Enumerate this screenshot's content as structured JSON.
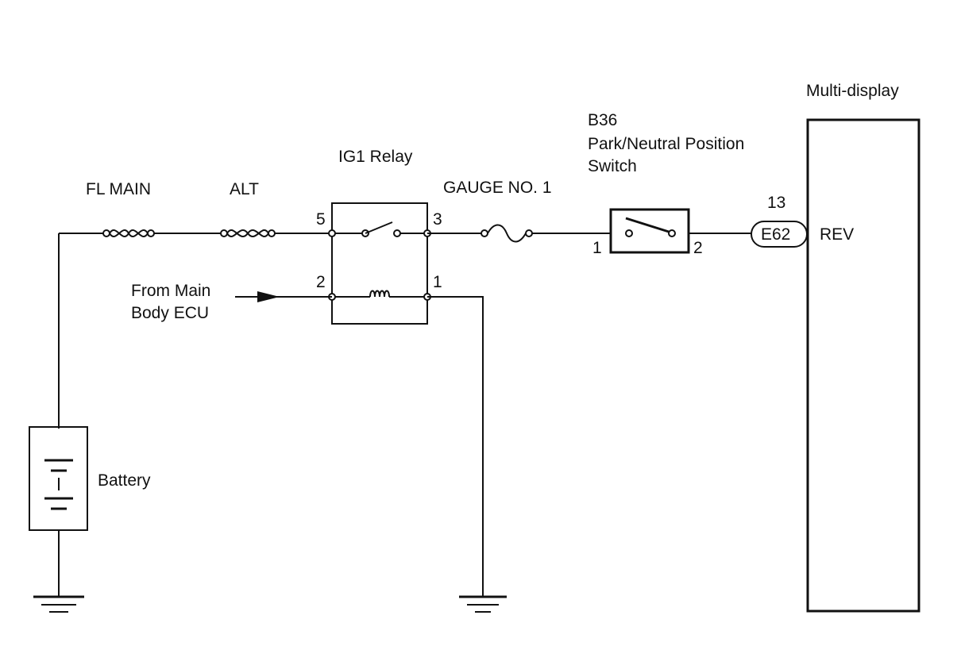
{
  "fuses": {
    "fl_main": "FL MAIN",
    "alt": "ALT",
    "gauge": "GAUGE NO. 1"
  },
  "relay": {
    "title": "IG1 Relay",
    "pin5": "5",
    "pin3": "3",
    "pin2": "2",
    "pin1": "1"
  },
  "from_ecu": {
    "line1": "From Main",
    "line2": "Body ECU"
  },
  "pnp_switch": {
    "code": "B36",
    "name_line1": "Park/Neutral Position",
    "name_line2": "Switch",
    "pin1": "1",
    "pin2": "2"
  },
  "connector": {
    "pin": "13",
    "code": "E62"
  },
  "multi_display": {
    "title": "Multi-display",
    "terminal": "REV"
  },
  "battery": {
    "label": "Battery"
  }
}
